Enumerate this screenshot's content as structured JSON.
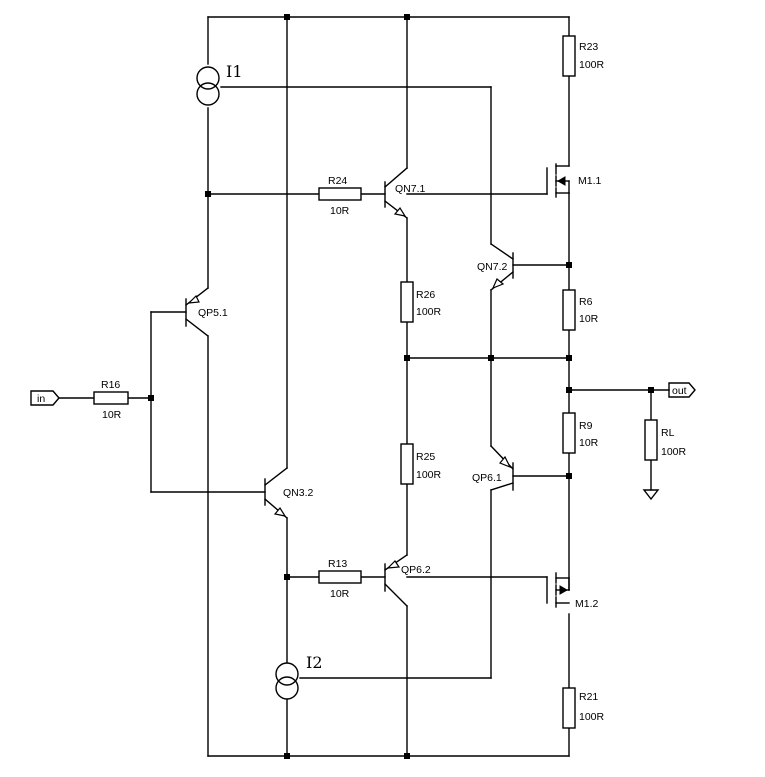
{
  "sources": {
    "i1": {
      "label": "I1"
    },
    "i2": {
      "label": "I2"
    }
  },
  "ports": {
    "in": {
      "label": "in"
    },
    "out": {
      "label": "out"
    }
  },
  "resistors": {
    "r23": {
      "name": "R23",
      "value": "100R"
    },
    "r24": {
      "name": "R24",
      "value": "10R"
    },
    "r26": {
      "name": "R26",
      "value": "100R"
    },
    "r6": {
      "name": "R6",
      "value": "10R"
    },
    "r16": {
      "name": "R16",
      "value": "10R"
    },
    "r9": {
      "name": "R9",
      "value": "10R"
    },
    "rl": {
      "name": "RL",
      "value": "100R"
    },
    "r25": {
      "name": "R25",
      "value": "100R"
    },
    "r13": {
      "name": "R13",
      "value": "10R"
    },
    "r21": {
      "name": "R21",
      "value": "100R"
    }
  },
  "transistors": {
    "qn71": {
      "name": "QN7.1"
    },
    "qn72": {
      "name": "QN7.2"
    },
    "qp51": {
      "name": "QP5.1"
    },
    "qn32": {
      "name": "QN3.2"
    },
    "qp61": {
      "name": "QP6.1"
    },
    "qp62": {
      "name": "QP6.2"
    }
  },
  "mosfets": {
    "m11": {
      "name": "M1.1"
    },
    "m12": {
      "name": "M1.2"
    }
  },
  "ground": {
    "icon": "ground-icon"
  }
}
